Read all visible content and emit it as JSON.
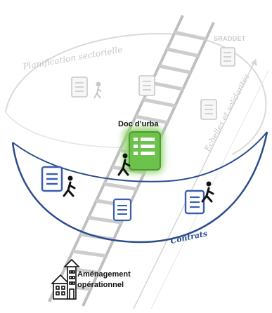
{
  "labels": {
    "doc_urba": "Doc d’urba",
    "sraddet": "SRADDET",
    "planification": "Planification sectorielle",
    "echelles": "Echelles et solidarités",
    "contrats": "Contrats",
    "amenagement_line1": "Aménagement",
    "amenagement_line2": "opérationnel"
  },
  "icons": {
    "document": "scroll-document-icon",
    "walker": "walking-person-icon",
    "building": "apartment-building-icon",
    "ladder": "ladder-icon"
  },
  "colors": {
    "background": "#ffffff",
    "contrats_arc": "#2b4c8c",
    "faded_arc": "#d9d9d9",
    "doc_urba_highlight": "#6cc24a",
    "doc_blue": "#3a5fb0",
    "faded_gray": "#c8c8c8",
    "text": "#111111"
  }
}
